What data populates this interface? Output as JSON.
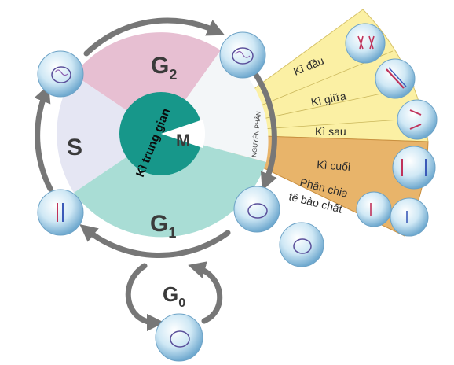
{
  "phases": {
    "g2": {
      "letter": "G",
      "sub": "2"
    },
    "s": "S",
    "g1": {
      "letter": "G",
      "sub": "1"
    },
    "g0": {
      "letter": "G",
      "sub": "0"
    },
    "m": "M"
  },
  "interphase_label": "Kì trung gian",
  "mitosis_label": "NGUYÊN PHÂN",
  "mitosis_stages": [
    "Kì đầu",
    "Kì giữa",
    "Kì sau",
    "Kì cuối"
  ],
  "cytokinesis": {
    "line1": "Phân chia",
    "line2": "tế bào chất"
  },
  "colors": {
    "g2": "#e7bfd2",
    "s": "#e5e6f3",
    "g1": "#a9ddd5",
    "center": "#17978a",
    "fan": "#fbf0a4",
    "cytokinesis": "#e8b46a",
    "arrow": "#777777"
  }
}
